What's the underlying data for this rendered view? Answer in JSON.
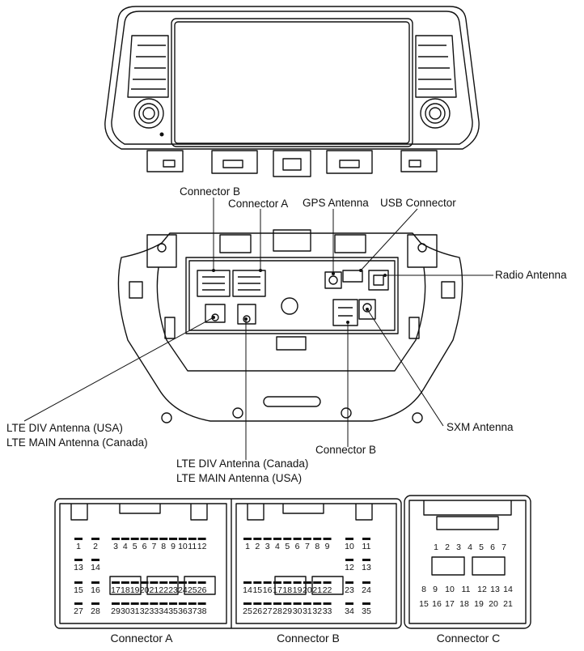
{
  "callouts": {
    "connector_b_top": "Connector B",
    "connector_a_top": "Connector A",
    "gps_antenna": "GPS Antenna",
    "usb_connector": "USB Connector",
    "radio_antenna": "Radio  Antenna",
    "lte_left_1": "LTE DIV Antenna (USA)",
    "lte_left_2": "LTE MAIN Antenna (Canada)",
    "lte_mid_1": "LTE DIV Antenna (Canada)",
    "lte_mid_2": "LTE MAIN Antenna (USA)",
    "sxm_antenna": "SXM Antenna",
    "connector_b_bottom": "Connector B"
  },
  "connectors": {
    "a": {
      "caption": "Connector A",
      "rows": [
        [
          "1",
          "2",
          "3",
          "4",
          "5",
          "6",
          "7",
          "8",
          "9",
          "10",
          "11",
          "12"
        ],
        [
          "13",
          "14"
        ],
        [
          "15",
          "16",
          "17",
          "18",
          "19",
          "20",
          "21",
          "22",
          "23",
          "24",
          "25",
          "26"
        ],
        [
          "27",
          "28",
          "29",
          "30",
          "31",
          "32",
          "33",
          "34",
          "35",
          "36",
          "37",
          "38"
        ]
      ]
    },
    "b": {
      "caption": "Connector B",
      "rows": [
        [
          "1",
          "2",
          "3",
          "4",
          "5",
          "6",
          "7",
          "8",
          "9",
          "10",
          "11"
        ],
        [
          "12",
          "13"
        ],
        [
          "14",
          "15",
          "16",
          "17",
          "18",
          "19",
          "20",
          "21",
          "22",
          "23",
          "24"
        ],
        [
          "25",
          "26",
          "27",
          "28",
          "29",
          "30",
          "31",
          "32",
          "33",
          "34",
          "35"
        ]
      ]
    },
    "c": {
      "caption": "Connector C",
      "rows": [
        [
          "1",
          "2",
          "3",
          "4",
          "5",
          "6",
          "7"
        ],
        [
          "8",
          "9",
          "10",
          "11",
          "12",
          "13",
          "14"
        ],
        [
          "15",
          "16",
          "17",
          "18",
          "19",
          "20",
          "21"
        ]
      ]
    }
  }
}
